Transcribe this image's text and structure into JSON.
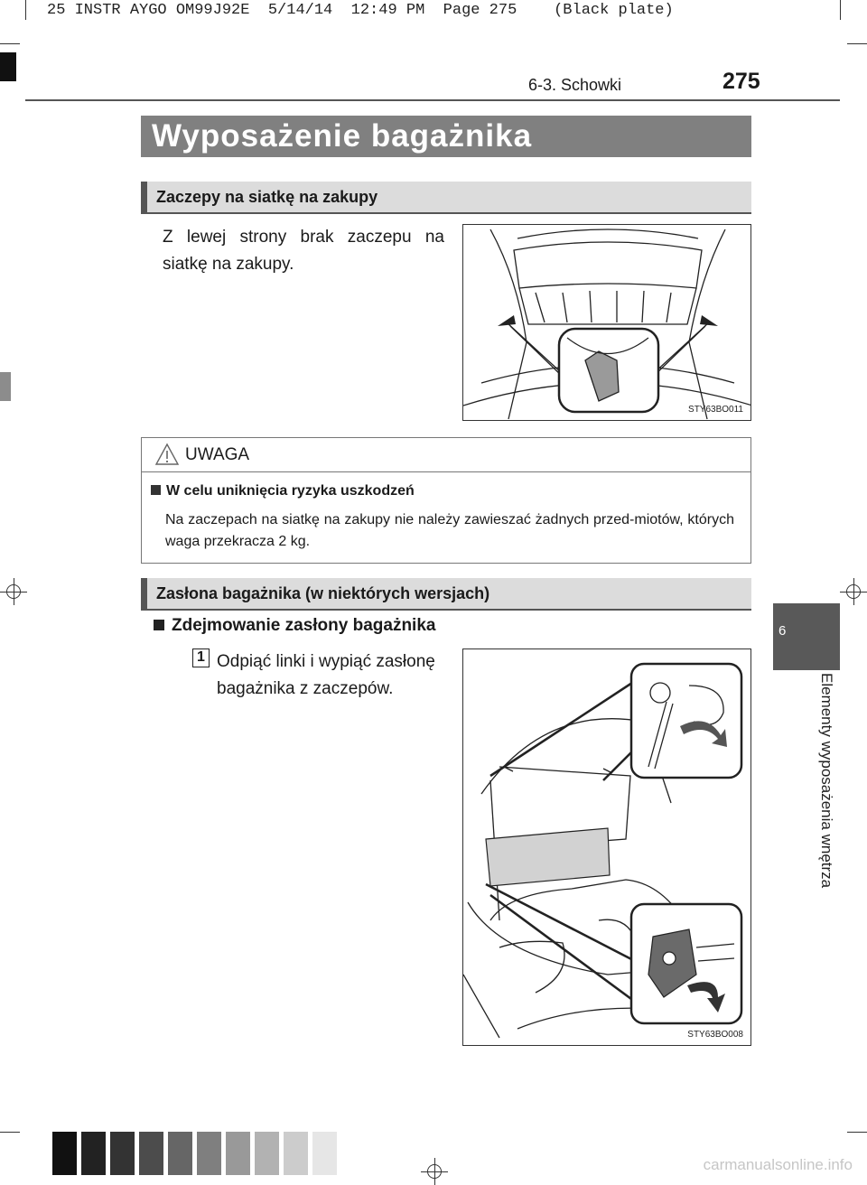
{
  "print_slug": "25 INSTR AYGO OM99J92E  5/14/14  12:49 PM  Page 275    (Black plate)",
  "header": {
    "section": "6-3. Schowki",
    "page_number": "275"
  },
  "title": "Wyposażenie bagażnika",
  "section1": {
    "heading": "Zaczepy na siatkę na zakupy",
    "text_line1": "Z lewej strony brak zaczepu na",
    "text_line2": "siatkę na zakupy.",
    "figure_code": "STY63BO011"
  },
  "caution": {
    "label": "UWAGA",
    "subheading": "W celu uniknięcia ryzyka uszkodzeń",
    "body": "Na zaczepach na siatkę na zakupy nie należy zawieszać żadnych przed-miotów, których waga przekracza 2 kg."
  },
  "section2": {
    "heading": "Zasłona bagażnika (w niektórych wersjach)",
    "item_heading": "Zdejmowanie zasłony bagażnika",
    "step_number": "1",
    "step_line1": "Odpiąć linki i wypiąć zasłonę",
    "step_line2": "bagażnika z zaczepów.",
    "figure_code": "STY63BO008"
  },
  "side_tab": {
    "chapter_number": "6",
    "chapter_title": "Elementy wyposażenia wnętrza"
  },
  "watermark": "carmanualsonline.info",
  "colors": {
    "title_bg": "#808080",
    "subheader_bg": "#dcdcdc",
    "tab_dark": "#595959"
  },
  "icons": {
    "caution": "warning-triangle-icon",
    "bullet": "square-bullet-icon"
  }
}
